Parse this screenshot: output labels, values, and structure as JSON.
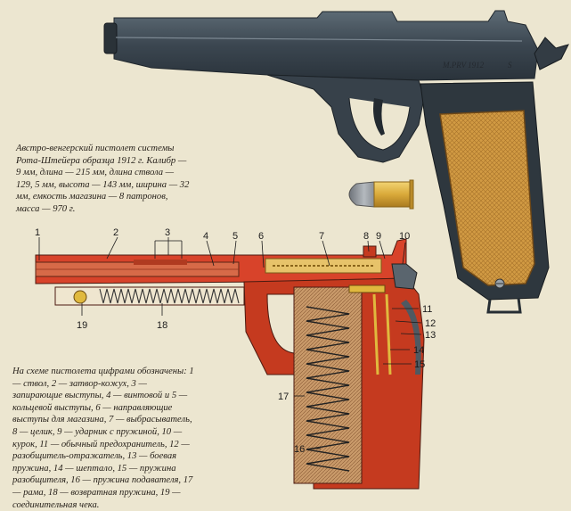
{
  "description_top": "Австро-венгерский пистолет системы Рота-Штейера образца 1912 г. Калибр — 9 мм, длина — 215 мм, длина ствола — 129, 5 мм, высота — 143 мм, ширина — 32 мм, емкость магазина — 8 патронов, масса — 970 г.",
  "legend_text": "На схеме пистолета цифрами обозначены: 1 — ствол, 2 — затвор-кожух, 3 — запирающие выступы, 4 — винтовой и 5 — кольцевой выступы, 6 — направляющие выступы для магазина, 7 — выбрасыватель, 8 — целик, 9 — ударник с пружиной, 10 — курок, 11 — обычный предохранитель, 12 — разобщитель-отражатель, 13 — боевая пружина, 14 — шептало, 15 — пружина разобщителя, 16 — пружина подавателя, 17 — рама, 18 — возвратная пружина, 19 — соединительная чека.",
  "slide_engraving": "M.PRV 1912",
  "slide_mark": "S",
  "callouts": [
    "1",
    "2",
    "3",
    "4",
    "5",
    "6",
    "7",
    "8",
    "9",
    "10",
    "11",
    "12",
    "13",
    "14",
    "15",
    "16",
    "17",
    "18",
    "19"
  ],
  "colors": {
    "background": "#ece6d0",
    "steel": "#3c4650",
    "grip": "#d19a43",
    "section_red": "#c53a1f",
    "brass": "#e0b93e"
  }
}
